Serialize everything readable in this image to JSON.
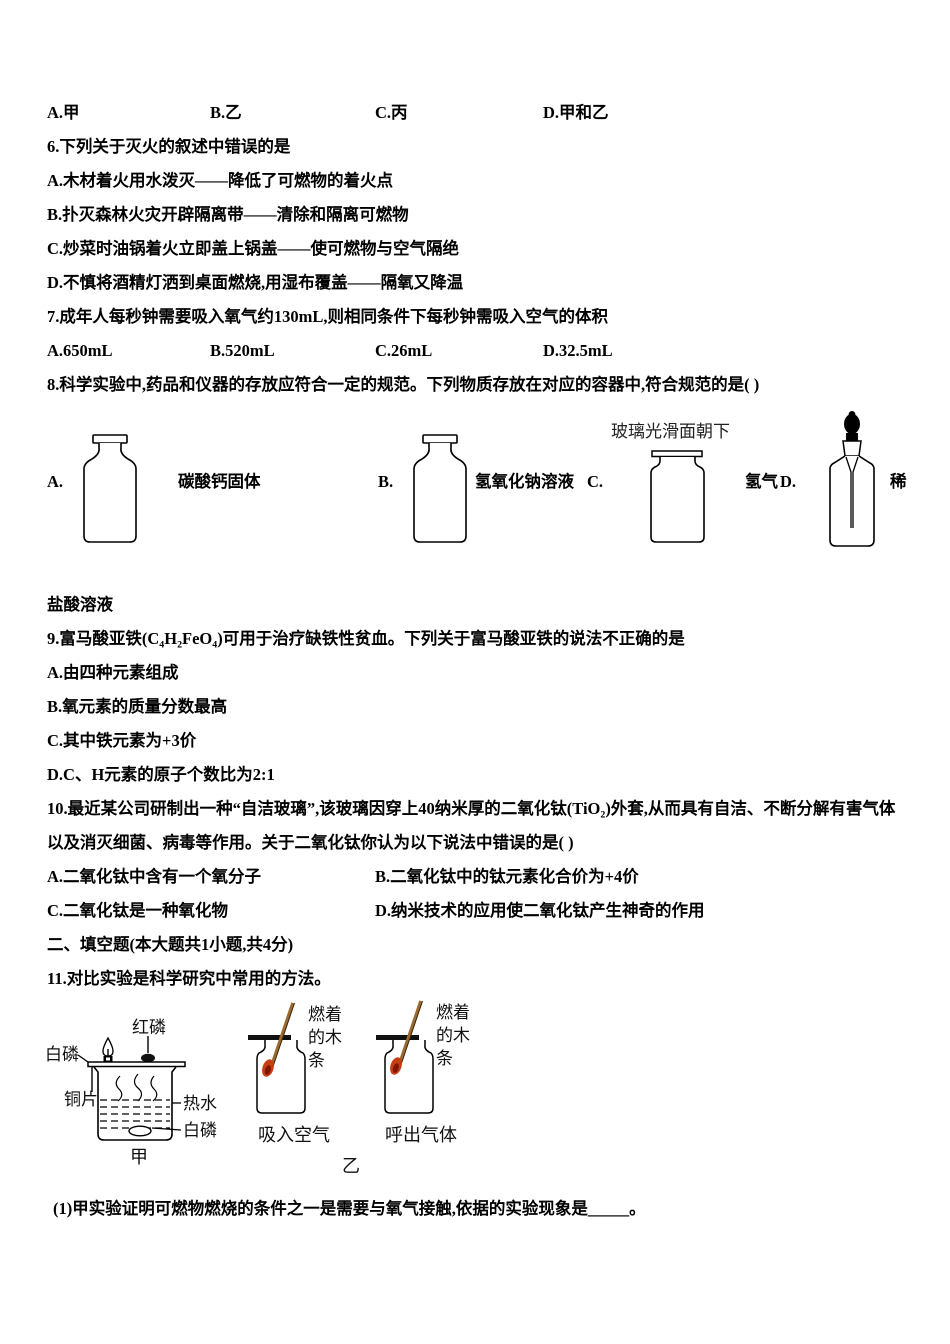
{
  "q5_row": [
    "A.甲",
    "B.乙",
    "C.丙",
    "D.甲和乙"
  ],
  "q6": {
    "stem": "6.下列关于灭火的叙述中错误的是",
    "options": [
      "A.木材着火用水泼灭——降低了可燃物的着火点",
      "B.扑灭森林火灾开辟隔离带——清除和隔离可燃物",
      "C.炒菜时油锅着火立即盖上锅盖——使可燃物与空气隔绝",
      "D.不慎将酒精灯洒到桌面燃烧,用湿布覆盖——隔氧又降温"
    ]
  },
  "q7": {
    "stem": "7.成年人每秒钟需要吸入氧气约130mL,则相同条件下每秒钟需吸入空气的体积",
    "options": [
      "A.650mL",
      "B.520mL",
      "C.26mL",
      "D.32.5mL"
    ]
  },
  "q8": {
    "stem": "8.科学实验中,药品和仪器的存放应符合一定的规范。下列物质存放在对应的容器中,符合规范的是(  )",
    "figure": {
      "label_a": "A.",
      "text_a": "碳酸钙固体",
      "label_b": "B.",
      "text_b": "氢氧化钠溶液",
      "label_c": "C.",
      "plate_note": "玻璃光滑面朝下",
      "text_c": "氢气",
      "label_d": "D.",
      "text_d": "稀",
      "text_d_overflow": "盐酸溶液"
    }
  },
  "q9": {
    "stem": "9.富马酸亚铁(C₄H₂FeO₄)可用于治疗缺铁性贫血。下列关于富马酸亚铁的说法不正确的是",
    "options": [
      "A.由四种元素组成",
      "B.氧元素的质量分数最高",
      "C.其中铁元素为+3价",
      "D.C、H元素的原子个数比为2:1"
    ]
  },
  "q10": {
    "stem": "10.最近某公司研制出一种“自洁玻璃”,该玻璃因穿上40纳米厚的二氧化钛(TiO₂)外套,从而具有自洁、不断分解有害气体以及消灭细菌、病毒等作用。关于二氧化钛你认为以下说法中错误的是( )",
    "options": [
      "A.二氧化钛中含有一个氧分子",
      "B.二氧化钛中的钛元素化合价为+4价",
      "C.二氧化钛是一种氧化物",
      "D.纳米技术的应用使二氧化钛产生神奇的作用"
    ]
  },
  "section2_header": "二、填空题(本大题共1小题,共4分)",
  "q11": {
    "stem": "11.对比实验是科学研究中常用的方法。",
    "figure_jia": {
      "label_red_p": "红磷",
      "label_white_p_top": "白磷",
      "label_copper": "铜片",
      "label_hot_water": "热水",
      "label_white_p_bottom": "白磷",
      "caption": "甲"
    },
    "figure_yi": {
      "splint_line1": "燃着",
      "splint_line2": "的木",
      "splint_line3": "条",
      "caption_left": "吸入空气",
      "caption_right": "呼出气体",
      "caption": "乙"
    },
    "part1": "(1)甲实验证明可燃物燃烧的条件之一是需要与氧气接触,依据的实验现象是_____。"
  },
  "colors": {
    "flame": "#c63f12",
    "flame_core": "#801500",
    "splint": "#9a6a30"
  }
}
